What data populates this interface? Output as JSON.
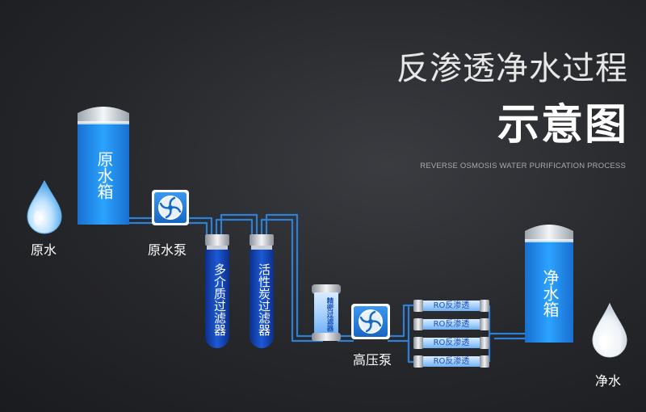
{
  "title": {
    "line1": "反渗透净水过程",
    "line2": "示意图",
    "subtitle": "REVERSE OSMOSIS WATER PURIFICATION PROCESS"
  },
  "nodes": {
    "raw_water": "原水",
    "raw_tank": "原水箱",
    "raw_pump": "原水泵",
    "multi_media_filter": "多介质过滤器",
    "carbon_filter": "活性炭过滤器",
    "precision_filter": "精密过滤器",
    "high_pressure_pump": "高压泵",
    "ro_membranes": [
      "RO反渗透",
      "RO反渗透",
      "RO反渗透",
      "RO反渗透"
    ],
    "pure_tank": "净水箱",
    "pure_water": "净水"
  },
  "colors": {
    "pipe": "#2e7fd6",
    "tank_water": "#1f8ff0",
    "filter_body": "#1446b8",
    "background": "#2b2c30"
  }
}
